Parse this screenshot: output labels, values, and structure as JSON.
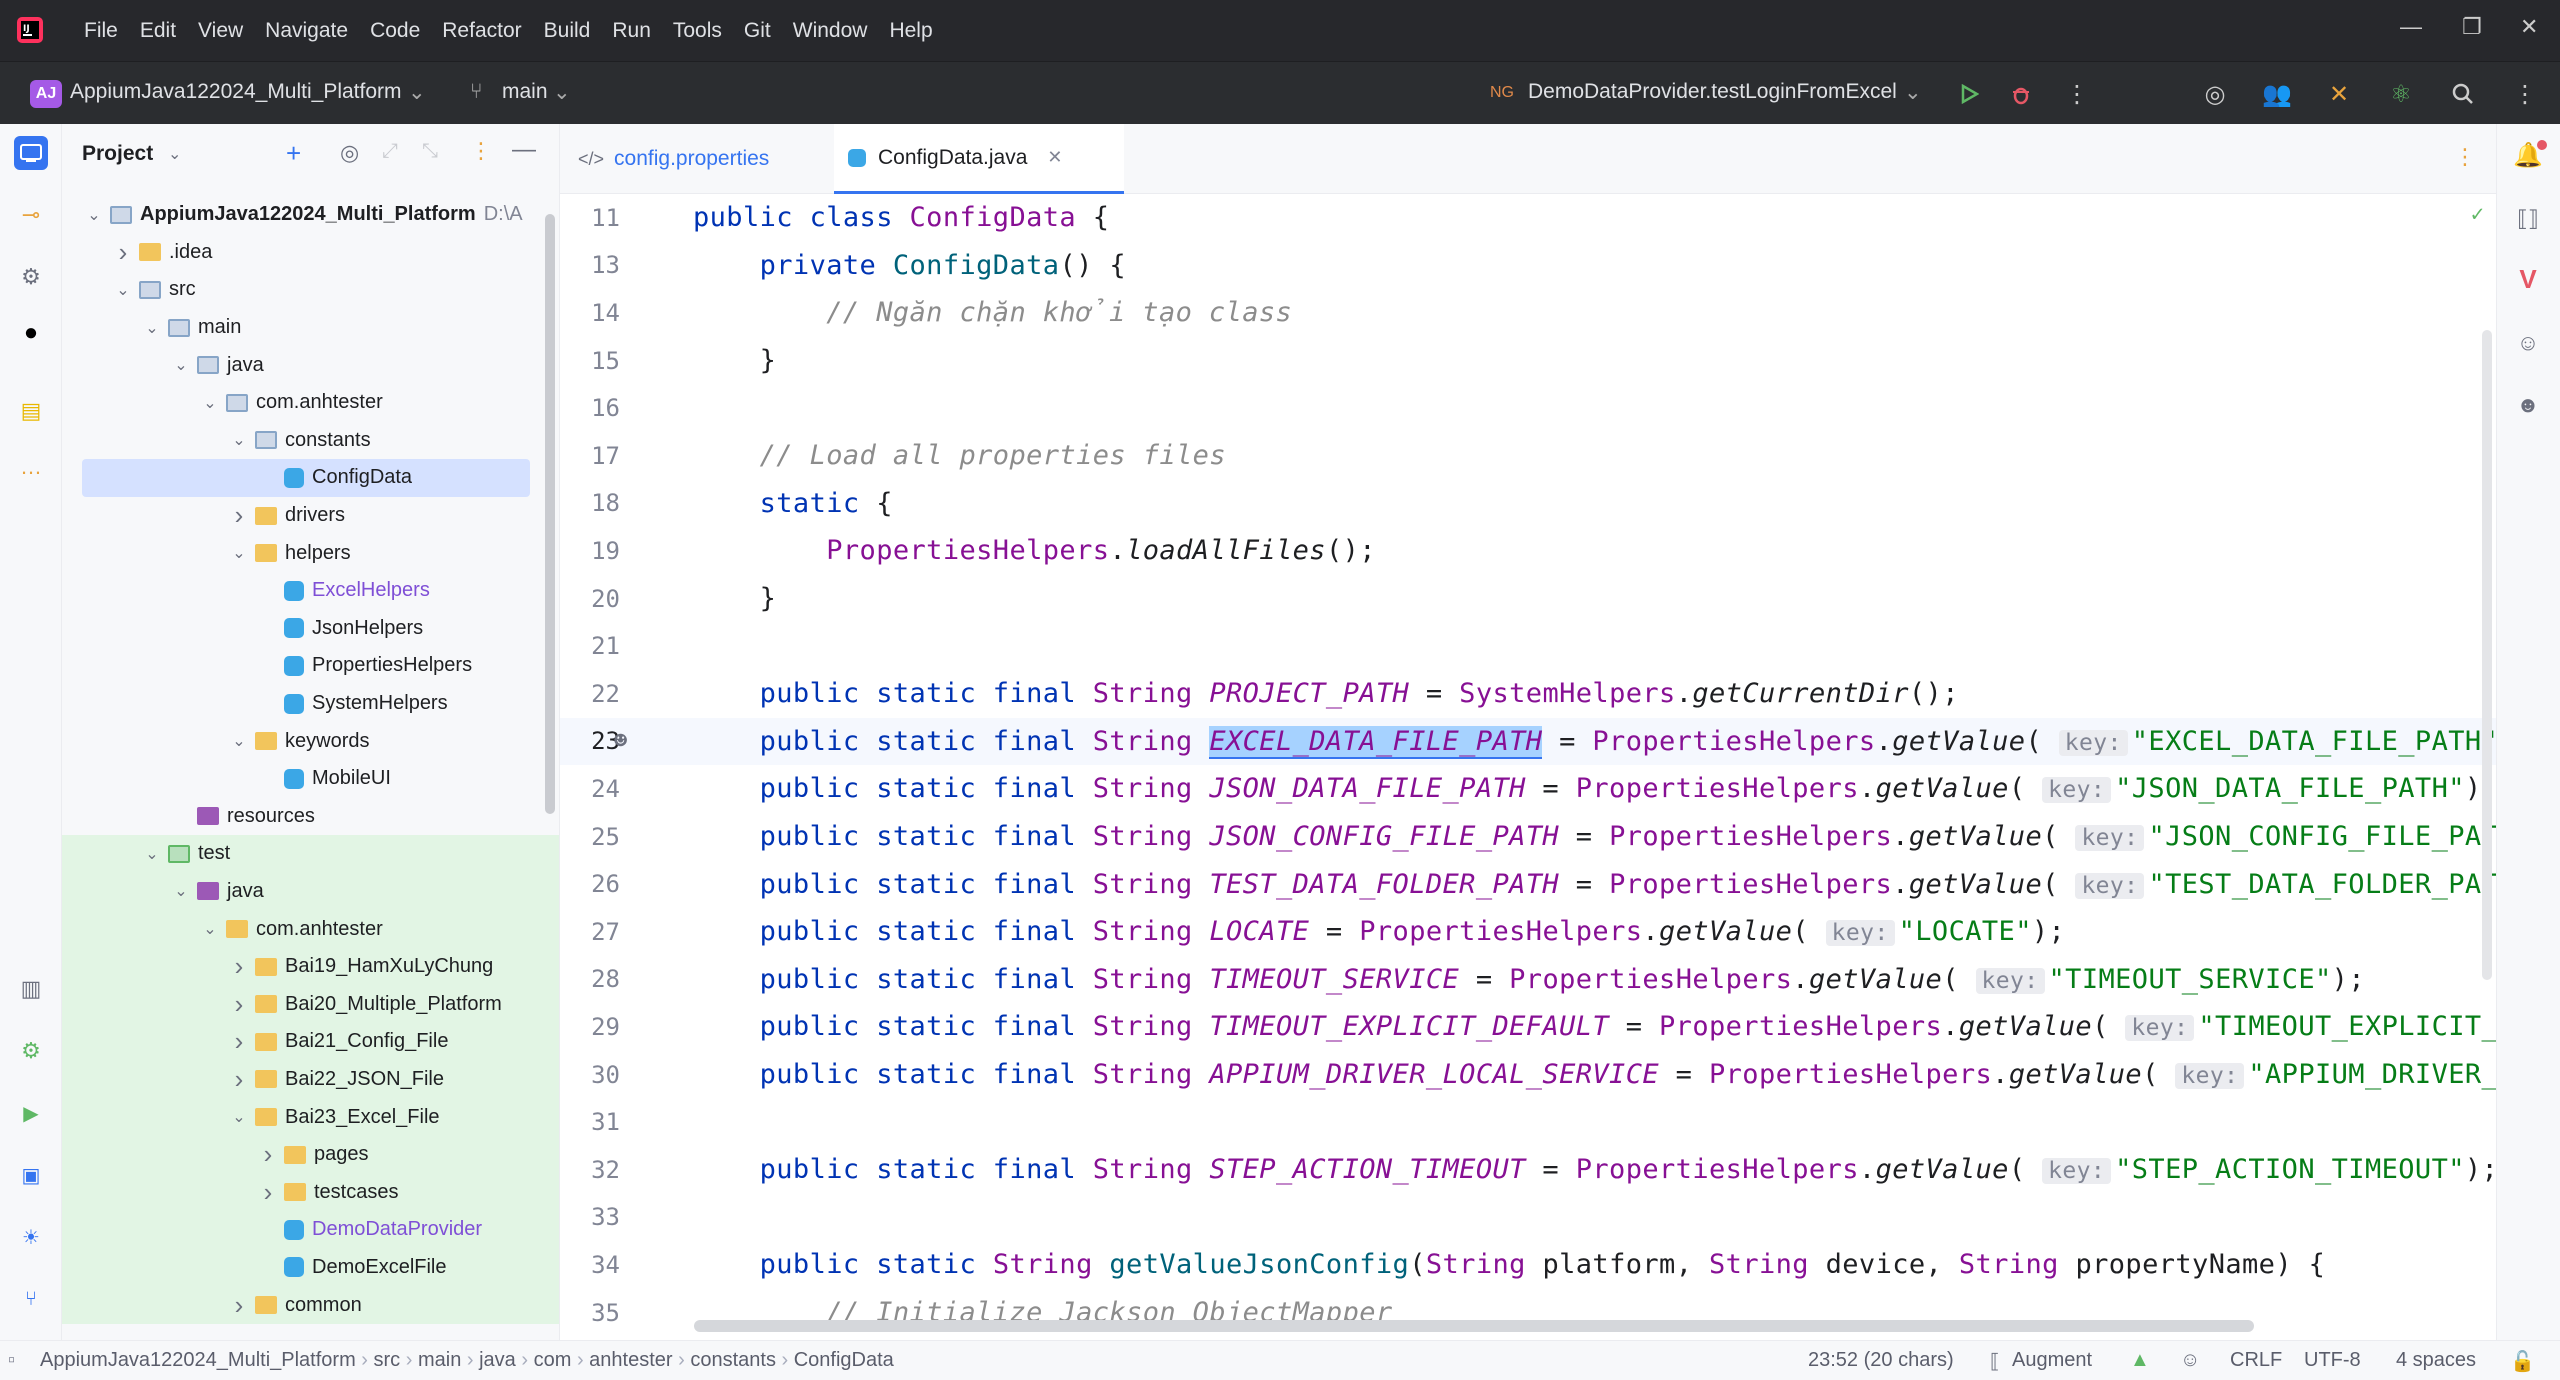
{
  "menu": [
    "File",
    "Edit",
    "View",
    "Navigate",
    "Code",
    "Refactor",
    "Build",
    "Run",
    "Tools",
    "Git",
    "Window",
    "Help"
  ],
  "toolbar": {
    "project_badge": "AJ",
    "project_name": "AppiumJava122024_Multi_Platform",
    "branch": "main",
    "run_config": "DemoDataProvider.testLoginFromExcel"
  },
  "project_panel": {
    "title": "Project",
    "tree": [
      {
        "depth": 0,
        "arrow": "open",
        "icon": "module",
        "label": "AppiumJava122024_Multi_Platform",
        "suffix": "D:\\A",
        "bold": true
      },
      {
        "depth": 1,
        "arrow": "closed",
        "icon": "folder",
        "label": ".idea"
      },
      {
        "depth": 1,
        "arrow": "open",
        "icon": "src",
        "label": "src"
      },
      {
        "depth": 2,
        "arrow": "open",
        "icon": "src",
        "label": "main"
      },
      {
        "depth": 3,
        "arrow": "open",
        "icon": "java",
        "label": "java"
      },
      {
        "depth": 4,
        "arrow": "open",
        "icon": "src",
        "label": "com.anhtester"
      },
      {
        "depth": 5,
        "arrow": "open",
        "icon": "src",
        "label": "constants"
      },
      {
        "depth": 6,
        "arrow": "",
        "icon": "class",
        "label": "ConfigData",
        "selected": true
      },
      {
        "depth": 5,
        "arrow": "closed",
        "icon": "folder",
        "label": "drivers"
      },
      {
        "depth": 5,
        "arrow": "open",
        "icon": "folder",
        "label": "helpers"
      },
      {
        "depth": 6,
        "arrow": "",
        "icon": "class",
        "label": "ExcelHelpers",
        "color": "#7f4fd6"
      },
      {
        "depth": 6,
        "arrow": "",
        "icon": "class",
        "label": "JsonHelpers"
      },
      {
        "depth": 6,
        "arrow": "",
        "icon": "class",
        "label": "PropertiesHelpers"
      },
      {
        "depth": 6,
        "arrow": "",
        "icon": "class",
        "label": "SystemHelpers"
      },
      {
        "depth": 5,
        "arrow": "open",
        "icon": "folder",
        "label": "keywords"
      },
      {
        "depth": 6,
        "arrow": "",
        "icon": "class",
        "label": "MobileUI"
      },
      {
        "depth": 3,
        "arrow": "",
        "icon": "res",
        "label": "resources"
      },
      {
        "depth": 2,
        "arrow": "open",
        "icon": "test",
        "label": "test",
        "test": true
      },
      {
        "depth": 3,
        "arrow": "open",
        "icon": "res",
        "label": "java",
        "test": true
      },
      {
        "depth": 4,
        "arrow": "open",
        "icon": "folder",
        "label": "com.anhtester",
        "test": true
      },
      {
        "depth": 5,
        "arrow": "closed",
        "icon": "folder",
        "label": "Bai19_HamXuLyChung",
        "test": true
      },
      {
        "depth": 5,
        "arrow": "closed",
        "icon": "folder",
        "label": "Bai20_Multiple_Platform",
        "test": true
      },
      {
        "depth": 5,
        "arrow": "closed",
        "icon": "folder",
        "label": "Bai21_Config_File",
        "test": true
      },
      {
        "depth": 5,
        "arrow": "closed",
        "icon": "folder",
        "label": "Bai22_JSON_File",
        "test": true
      },
      {
        "depth": 5,
        "arrow": "open",
        "icon": "folder",
        "label": "Bai23_Excel_File",
        "test": true
      },
      {
        "depth": 6,
        "arrow": "closed",
        "icon": "folder",
        "label": "pages",
        "test": true
      },
      {
        "depth": 6,
        "arrow": "closed",
        "icon": "folder",
        "label": "testcases",
        "test": true
      },
      {
        "depth": 6,
        "arrow": "",
        "icon": "class",
        "label": "DemoDataProvider",
        "color": "#7f4fd6",
        "test": true
      },
      {
        "depth": 6,
        "arrow": "",
        "icon": "class",
        "label": "DemoExcelFile",
        "test": true
      },
      {
        "depth": 5,
        "arrow": "closed",
        "icon": "folder",
        "label": "common",
        "test": true
      }
    ]
  },
  "tabs": [
    {
      "label": "config.properties",
      "active": false
    },
    {
      "label": "ConfigData.java",
      "active": true
    }
  ],
  "editor": {
    "current_line": "23",
    "lines": [
      {
        "n": "11",
        "html": "<span class='kw'>public class</span> <span class='cls2'>ConfigData</span> {"
      },
      {
        "n": "13",
        "html": "    <span class='kw'>private</span> <span class='mth'>ConfigData</span>() {"
      },
      {
        "n": "14",
        "html": "        <span class='cm'>// Ngăn chặn khởi tạo class</span>"
      },
      {
        "n": "15",
        "html": "    }"
      },
      {
        "n": "16",
        "html": ""
      },
      {
        "n": "17",
        "html": "    <span class='cm'>// Load all properties files</span>"
      },
      {
        "n": "18",
        "html": "    <span class='kw'>static</span> {"
      },
      {
        "n": "19",
        "html": "        <span class='cls2'>PropertiesHelpers</span>.<span class='mcall'>loadAllFiles</span>();"
      },
      {
        "n": "20",
        "html": "    }"
      },
      {
        "n": "21",
        "html": ""
      },
      {
        "n": "22",
        "html": "    <span class='kw'>public static final</span> <span class='ty'>String</span> <span class='sfield'>PROJECT_PATH</span> = <span class='cls2'>SystemHelpers</span>.<span class='mcall'>getCurrentDir</span>();"
      },
      {
        "n": "23",
        "html": "    <span class='kw'>public static final</span> <span class='ty'>String</span> <span class='sfield sel-txt'>EXCEL_DATA_FILE_PATH</span> = <span class='cls2'>PropertiesHelpers</span>.<span class='mcall'>getValue</span>( <span class='hint'>key:</span><span class='str'>\"EXCEL_DATA_FILE_PATH\"</span>);"
      },
      {
        "n": "24",
        "html": "    <span class='kw'>public static final</span> <span class='ty'>String</span> <span class='sfield'>JSON_DATA_FILE_PATH</span> = <span class='cls2'>PropertiesHelpers</span>.<span class='mcall'>getValue</span>( <span class='hint'>key:</span><span class='str'>\"JSON_DATA_FILE_PATH\"</span>);"
      },
      {
        "n": "25",
        "html": "    <span class='kw'>public static final</span> <span class='ty'>String</span> <span class='sfield'>JSON_CONFIG_FILE_PATH</span> = <span class='cls2'>PropertiesHelpers</span>.<span class='mcall'>getValue</span>( <span class='hint'>key:</span><span class='str'>\"JSON_CONFIG_FILE_PATH\"</span>);"
      },
      {
        "n": "26",
        "html": "    <span class='kw'>public static final</span> <span class='ty'>String</span> <span class='sfield'>TEST_DATA_FOLDER_PATH</span> = <span class='cls2'>PropertiesHelpers</span>.<span class='mcall'>getValue</span>( <span class='hint'>key:</span><span class='str'>\"TEST_DATA_FOLDER_PATH\"</span>);"
      },
      {
        "n": "27",
        "html": "    <span class='kw'>public static final</span> <span class='ty'>String</span> <span class='sfield'>LOCATE</span> = <span class='cls2'>PropertiesHelpers</span>.<span class='mcall'>getValue</span>( <span class='hint'>key:</span><span class='str'>\"LOCATE\"</span>);"
      },
      {
        "n": "28",
        "html": "    <span class='kw'>public static final</span> <span class='ty'>String</span> <span class='sfield'>TIMEOUT_SERVICE</span> = <span class='cls2'>PropertiesHelpers</span>.<span class='mcall'>getValue</span>( <span class='hint'>key:</span><span class='str'>\"TIMEOUT_SERVICE\"</span>);"
      },
      {
        "n": "29",
        "html": "    <span class='kw'>public static final</span> <span class='ty'>String</span> <span class='sfield'>TIMEOUT_EXPLICIT_DEFAULT</span> = <span class='cls2'>PropertiesHelpers</span>.<span class='mcall'>getValue</span>( <span class='hint'>key:</span><span class='str'>\"TIMEOUT_EXPLICIT_DEFAUL</span>"
      },
      {
        "n": "30",
        "html": "    <span class='kw'>public static final</span> <span class='ty'>String</span> <span class='sfield'>APPIUM_DRIVER_LOCAL_SERVICE</span> = <span class='cls2'>PropertiesHelpers</span>.<span class='mcall'>getValue</span>( <span class='hint'>key:</span><span class='str'>\"APPIUM_DRIVER_LOCAL_</span>"
      },
      {
        "n": "31",
        "html": ""
      },
      {
        "n": "32",
        "html": "    <span class='kw'>public static final</span> <span class='ty'>String</span> <span class='sfield'>STEP_ACTION_TIMEOUT</span> = <span class='cls2'>PropertiesHelpers</span>.<span class='mcall'>getValue</span>( <span class='hint'>key:</span><span class='str'>\"STEP_ACTION_TIMEOUT\"</span>);"
      },
      {
        "n": "33",
        "html": ""
      },
      {
        "n": "34",
        "html": "    <span class='kw'>public static</span> <span class='ty'>String</span> <span class='mth'>getValueJsonConfig</span>(<span class='ty'>String</span> platform, <span class='ty'>String</span> device, <span class='ty'>String</span> propertyName) {"
      },
      {
        "n": "35",
        "html": "        <span class='cm'>// Initialize Jackson ObjectMapper</span>"
      }
    ]
  },
  "statusbar": {
    "breadcrumbs": [
      "AppiumJava122024_Multi_Platform",
      "src",
      "main",
      "java",
      "com",
      "anhtester",
      "constants",
      "ConfigData"
    ],
    "position": "23:52 (20 chars)",
    "augment": "Augment",
    "line_sep": "CRLF",
    "encoding": "UTF-8",
    "indent": "4 spaces"
  }
}
